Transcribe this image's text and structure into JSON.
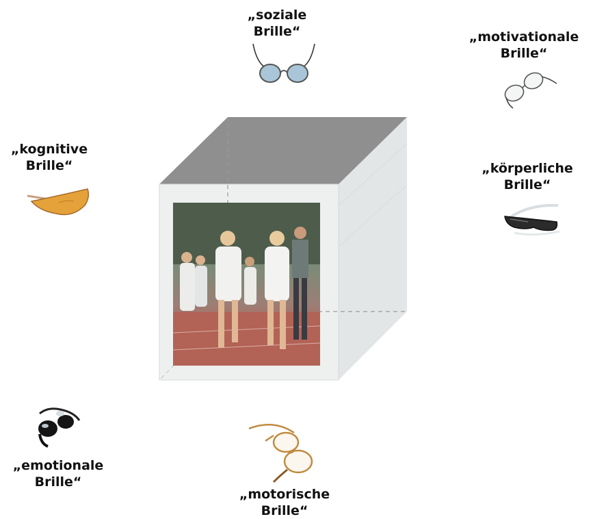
{
  "labels": {
    "social": {
      "line1": "„soziale",
      "line2": "Brille“"
    },
    "motivational": {
      "line1": "„motivationale",
      "line2": "Brille“"
    },
    "cognitive": {
      "line1": "„kognitive",
      "line2": "Brille“"
    },
    "physical": {
      "line1": "„körperliche",
      "line2": "Brille“"
    },
    "emotional": {
      "line1": "„emotionale",
      "line2": "Brille“"
    },
    "motor": {
      "line1": "„motorische",
      "line2": "Brille“"
    }
  },
  "icons": {
    "social": "round-blue-glasses-icon",
    "motivational": "wire-glasses-icon",
    "cognitive": "orange-sport-sunglasses-icon",
    "physical": "dark-sunglasses-icon",
    "emotional": "black-sunglasses-icon",
    "motor": "gold-reading-glasses-icon"
  },
  "colors": {
    "cube_top": "#8f8f8f",
    "cube_front": "#eef0f0",
    "cube_side": "#e2e5e6",
    "lens_blue": "#a9c6d8",
    "lens_orange": "#e5a23a",
    "frame_gold": "#c08b3f"
  },
  "photo": {
    "description_icon": "children-running-race-photo"
  }
}
